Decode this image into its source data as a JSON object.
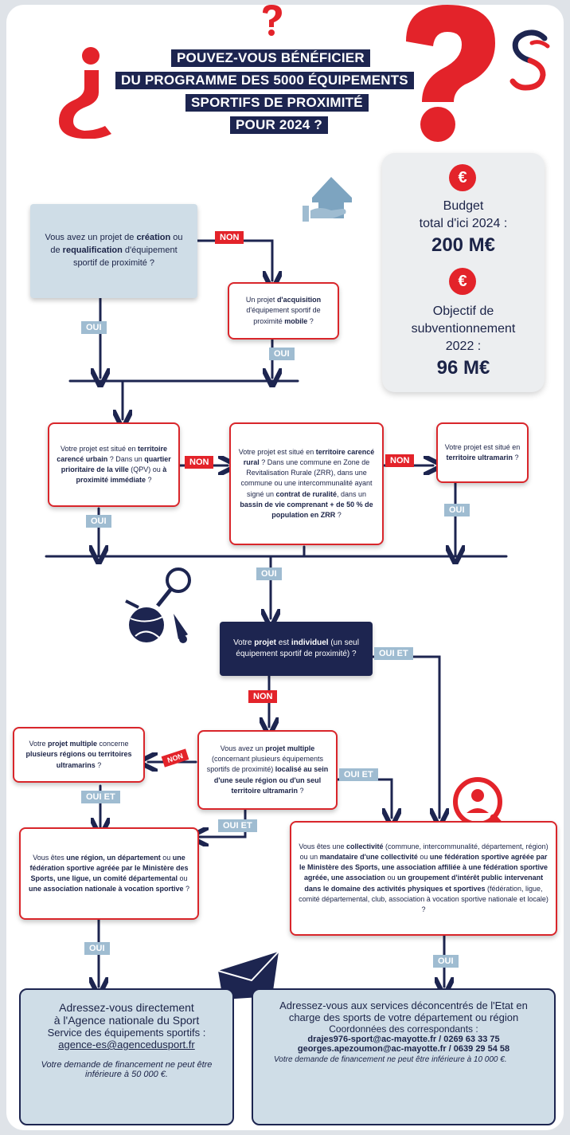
{
  "title": {
    "line1": "POUVEZ-VOUS BÉNÉFICIER",
    "line2": "DU PROGRAMME DES 5000 ÉQUIPEMENTS",
    "line3": "SPORTIFS DE PROXIMITÉ",
    "line4": "POUR 2024 ?"
  },
  "budget": {
    "euro_symbol": "€",
    "budget_l1": "Budget",
    "budget_l2": "total d'ici 2024 :",
    "budget_value": "200 M€",
    "obj_l1": "Objectif de",
    "obj_l2": "subventionnement",
    "obj_l3": "2022 :",
    "obj_value": "96 M€"
  },
  "labels": {
    "oui": "OUI",
    "non": "NON",
    "oui_et": "OUI ET"
  },
  "q1": {
    "a": "Vous avez un projet de ",
    "b": "création",
    "c": " ou de ",
    "d": "requalification",
    "e": " d'équipement sportif de proximité ?"
  },
  "q2": {
    "a": "Un projet ",
    "b": "d'acquisition",
    "c": " d'équipement sportif de proximité ",
    "d": "mobile",
    "e": " ?"
  },
  "q3": {
    "a": "Votre projet est situé en ",
    "b": "territoire carencé urbain",
    "c": " ? Dans un ",
    "d": "quartier prioritaire de la ville",
    "e": " (QPV) ou ",
    "f": "à proximité immédiate",
    "g": " ?"
  },
  "q4": {
    "a": "Votre projet est situé en ",
    "b": "territoire carencé rural",
    "c": " ? Dans une commune en Zone de Revitalisation Rurale (ZRR), dans une commune ou une intercommunalité ayant signé un ",
    "d": "contrat de ruralité",
    "e": ", dans un ",
    "f": "bassin de vie comprenant + de 50 % de population en ZRR",
    "g": " ?"
  },
  "q5": {
    "a": "Votre projet est situé en ",
    "b": "territoire ultramarin",
    "c": " ?"
  },
  "q6": {
    "a": "Votre ",
    "b": "projet",
    "c": " est ",
    "d": "individuel",
    "e": " (un seul équipement sportif de proximité) ?"
  },
  "q7": {
    "a": "Vous avez un ",
    "b": "projet multiple",
    "c": " (concernant plusieurs équipements sportifs de proximité) ",
    "d": "localisé au sein d'une seule région ou d'un seul territoire ultramarin",
    "e": " ?"
  },
  "q8": {
    "a": "Votre ",
    "b": "projet multiple",
    "c": " concerne ",
    "d": "plusieurs régions ou territoires ultramarins",
    "e": " ?"
  },
  "q9": {
    "a": "Vous êtes ",
    "b": "une région, un département",
    "c": " ou ",
    "d": "une fédération sportive agréée par le Ministère des Sports, une ligue, un comité départemental",
    "e": " ou ",
    "f": "une association nationale à vocation sportive",
    "g": " ?"
  },
  "q10": {
    "a": "Vous êtes une ",
    "b": "collectivité",
    "c": " (commune, intercommunalité, département, région) ou un ",
    "d": "mandataire d'une collectivité",
    "e": " ou ",
    "f": "une fédération sportive agréée par le Ministère des Sports, une association affiliée à une fédération sportive agréée, une association",
    "g": " ou ",
    "h": "un groupement d'intérêt public intervenant dans le domaine des activités physiques et sportives",
    "i": " (fédération, ligue, comité départemental, club, association à vocation sportive nationale et locale) ?"
  },
  "ans": {
    "left_title1": "Adressez-vous directement",
    "left_title2": "à l'Agence nationale du Sport",
    "left_service": "Service des équipements sportifs :",
    "left_email": "agence-es@agencedusport.fr",
    "left_note": "Votre demande de financement ne peut être inférieure à 50 000 €.",
    "right_title": "Adressez-vous aux services déconcentrés de l'Etat en charge des sports de votre département ou région",
    "right_coord": "Coordonnées des correspondants :",
    "right_c1": "drajes976-sport@ac-mayotte.fr / 0269 63 33 75",
    "right_c2": "georges.apezoumon@ac-mayotte.fr / 0639 29 54 58",
    "right_note": "Votre demande de financement ne peut être inférieure à 10 000 €."
  }
}
